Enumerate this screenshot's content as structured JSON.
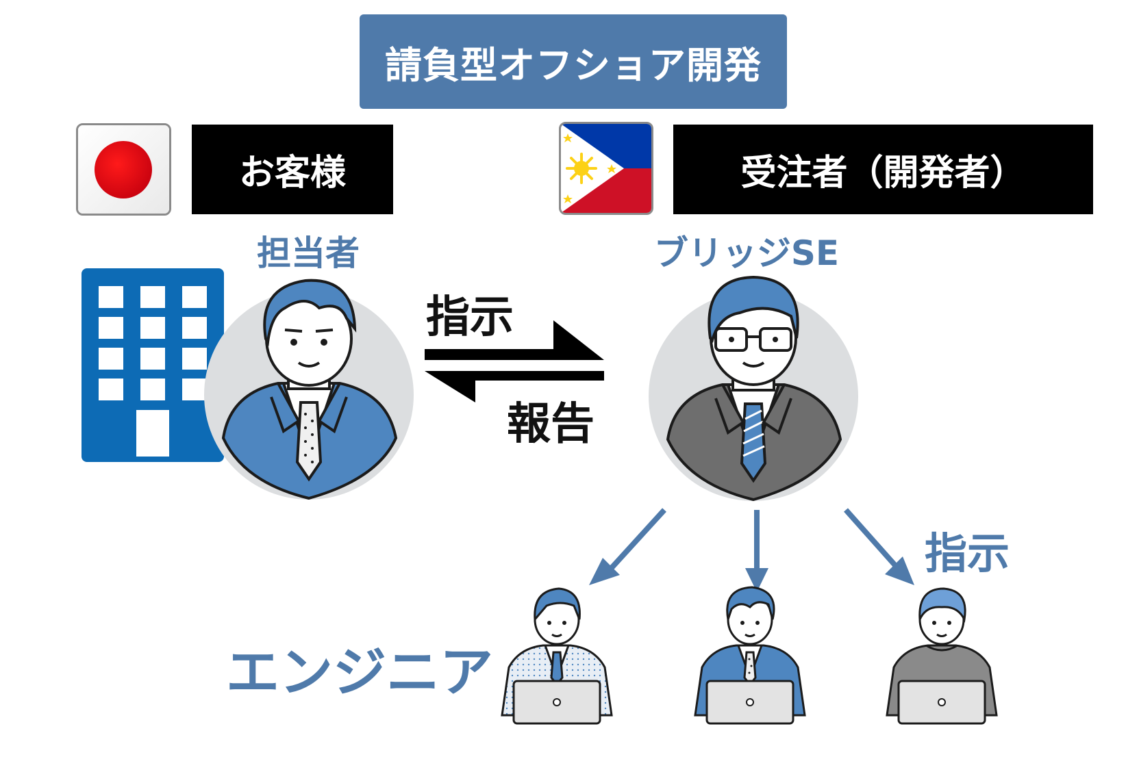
{
  "title": "請負型オフショア開発",
  "client": {
    "label": "お客様",
    "role": "担当者",
    "flag_icon": "japan-flag-icon"
  },
  "contractor": {
    "label": "受注者（開発者）",
    "role": "ブリッジSE",
    "flag_icon": "philippines-flag-icon"
  },
  "arrows": {
    "instruct": "指示",
    "report": "報告",
    "instruct_down": "指示"
  },
  "engineers": {
    "label": "エンジニア"
  },
  "colors": {
    "accent": "#4f7aaa",
    "building": "#0d6bb5",
    "circle": "#dcdee0",
    "japan_red": "#e60012",
    "ph_blue": "#0038a8",
    "ph_red": "#ce1126",
    "ph_sun": "#fcd116"
  }
}
